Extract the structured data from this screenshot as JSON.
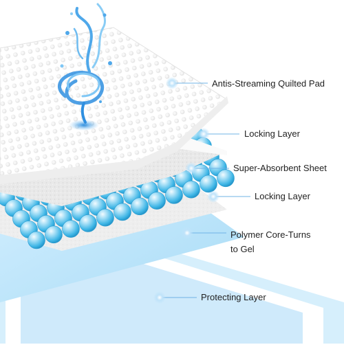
{
  "diagram": {
    "layers": [
      {
        "label": "Antis-Streaming Quilted Pad"
      },
      {
        "label": "Locking Layer"
      },
      {
        "label": "Super-Absorbent Sheet"
      },
      {
        "label": "Locking Layer"
      },
      {
        "label": "Polymer Core-Turns",
        "label_line2": "to Gel"
      },
      {
        "label": "Protecting Layer"
      }
    ]
  },
  "colors": {
    "leader_line": "#6fb3e6",
    "bead": "#3fb6e6",
    "core": "#bfe6f8",
    "water": "#2f8fe0"
  }
}
